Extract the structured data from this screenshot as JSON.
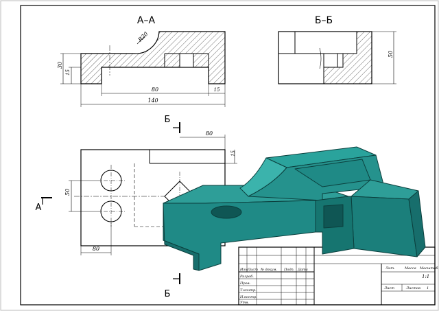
{
  "sections": {
    "aa_title": "А–А",
    "bb_title": "Б–Б"
  },
  "markers": {
    "a_left": "А",
    "b_top": "Б",
    "b_bottom": "Б"
  },
  "dims": {
    "r": "R20",
    "aa_h_total": "30",
    "aa_h_small": "15",
    "aa_w_inner": "80",
    "aa_w_small": "15",
    "aa_w_total": "140",
    "bb_h": "50",
    "plan_top": "80",
    "plan_right": "15",
    "plan_left": "50",
    "plan_bottom": "80"
  },
  "title_block": {
    "col_izm": "Изм",
    "col_list": "Лист",
    "col_doc": "№ докум.",
    "col_sign": "Подп.",
    "col_date": "Дата",
    "row_razrab": "Разраб.",
    "row_prov": "Пров.",
    "row_tkontr": "Т.контр.",
    "row_nkontr": "Н.контр.",
    "row_utv": "Утв.",
    "lit": "Лит.",
    "massa": "Масса",
    "masshtab": "Масштаб",
    "scale_val": "1:1",
    "list": "Лист",
    "listov": "Листов",
    "listov_val": "1"
  },
  "colors": {
    "model_top": "#2e9e98",
    "model_front": "#1f8a86",
    "model_side": "#176e6c",
    "model_edge": "#0b3f3d"
  }
}
